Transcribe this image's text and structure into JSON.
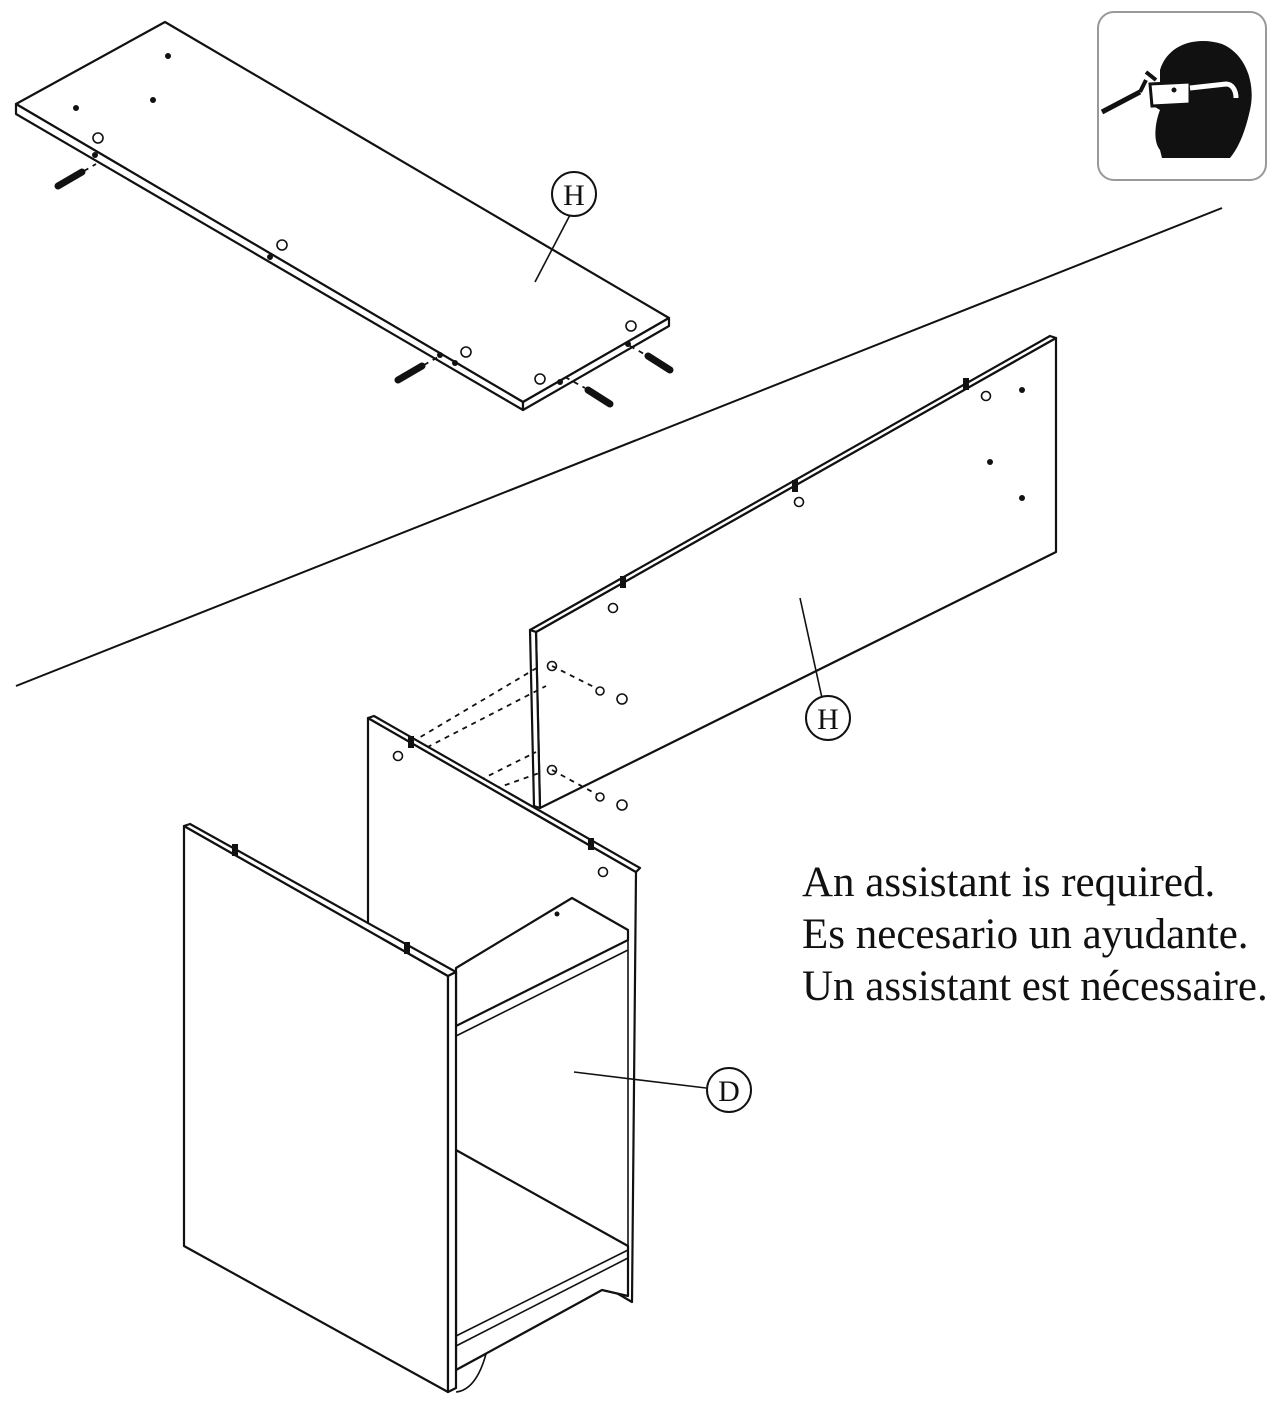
{
  "callouts": {
    "top_panel": "H",
    "back_panel": "H",
    "cabinet": "D"
  },
  "note": {
    "en": "An assistant is required.",
    "es": "Es necesario un ayudante.",
    "fr": "Un assistant est nécessaire."
  },
  "safety_icon": {
    "icon": "safety-glasses-icon"
  },
  "colors": {
    "line": "#111111",
    "background": "#ffffff"
  }
}
